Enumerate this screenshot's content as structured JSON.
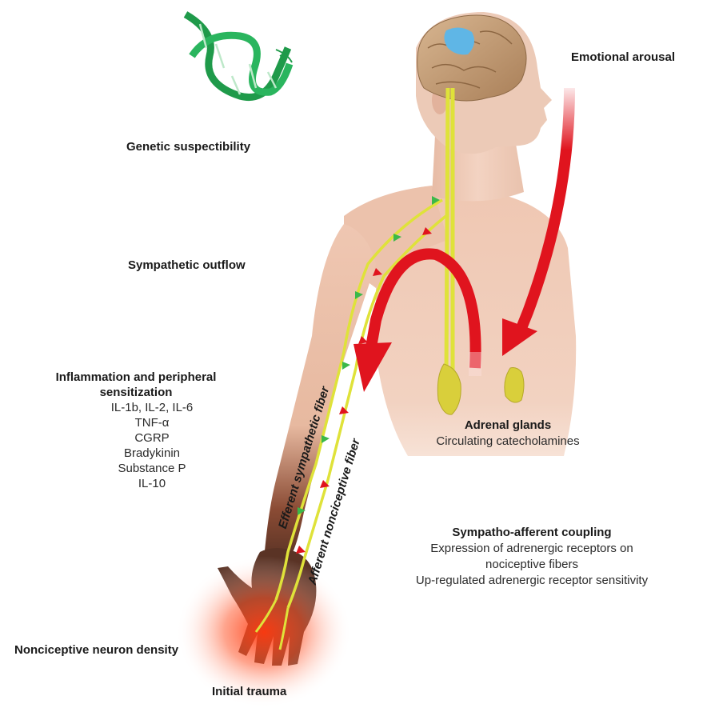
{
  "labels": {
    "genetic": "Genetic suspectibility",
    "emotional": "Emotional arousal",
    "sympathetic_outflow": "Sympathetic outflow",
    "inflammation_title_1": "Inflammation and peripheral",
    "inflammation_title_2": "sensitization",
    "mediators": [
      "IL-1b, IL-2, IL-6",
      "TNF-α",
      "CGRP",
      "Bradykinin",
      "Substance P",
      "IL-10"
    ],
    "adrenal_title": "Adrenal glands",
    "adrenal_sub": "Circulating catecholamines",
    "efferent_fiber": "Efferent sympathetic fiber",
    "afferent_fiber": "Afferent nonciceptive fiber",
    "coupling_title": "Sympatho-afferent coupling",
    "coupling_line1": "Expression of adrenergic receptors on",
    "coupling_line2": "nociceptive fibers",
    "coupling_line3": "Up-regulated adrenergic receptor sensitivity",
    "nociceptive_density": "Nonciceptive neuron density",
    "initial_trauma": "Initial trauma"
  },
  "colors": {
    "arrow_red": "#e0141e",
    "nerve_yellow": "#dfe23a",
    "skin": "#efc9b6",
    "brain": "#c9a27a",
    "brain_highlight": "#5fb6e6",
    "dna_green": "#1f9a4a",
    "hand_brown": "#5a3325",
    "glow_red": "#ff2a10"
  }
}
